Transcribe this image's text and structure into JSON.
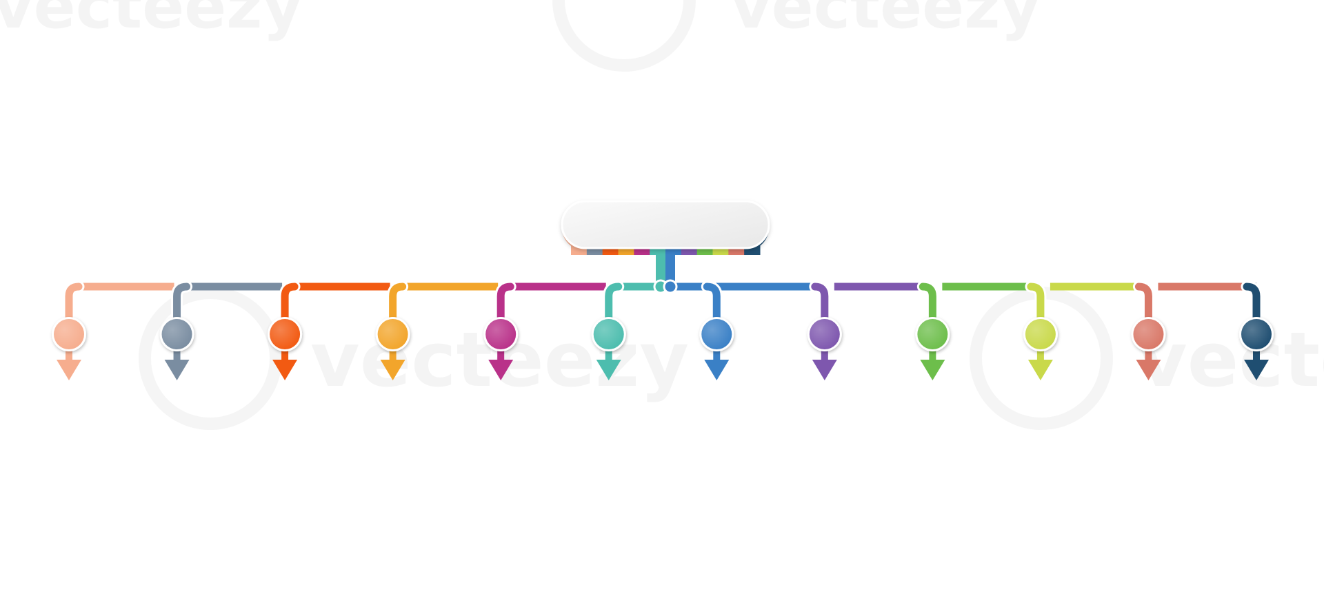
{
  "diagram": {
    "type": "horizontal-hierarchy",
    "root_label": "",
    "branch_count": 12,
    "branches": [
      {
        "label": "",
        "color": "#F6AD8E"
      },
      {
        "label": "",
        "color": "#7A8DA1"
      },
      {
        "label": "",
        "color": "#F25A12"
      },
      {
        "label": "",
        "color": "#F2A52B"
      },
      {
        "label": "",
        "color": "#B93189"
      },
      {
        "label": "",
        "color": "#4DBDAE"
      },
      {
        "label": "",
        "color": "#3A80C6"
      },
      {
        "label": "",
        "color": "#7E57AE"
      },
      {
        "label": "",
        "color": "#6DBE4B"
      },
      {
        "label": "",
        "color": "#C9D94A"
      },
      {
        "label": "",
        "color": "#D97868"
      },
      {
        "label": "",
        "color": "#1F4E71"
      }
    ],
    "root_box_color": "#F0F0F0"
  },
  "watermarks": {
    "brand_text": "vecteezy",
    "opacity": 0.04
  }
}
